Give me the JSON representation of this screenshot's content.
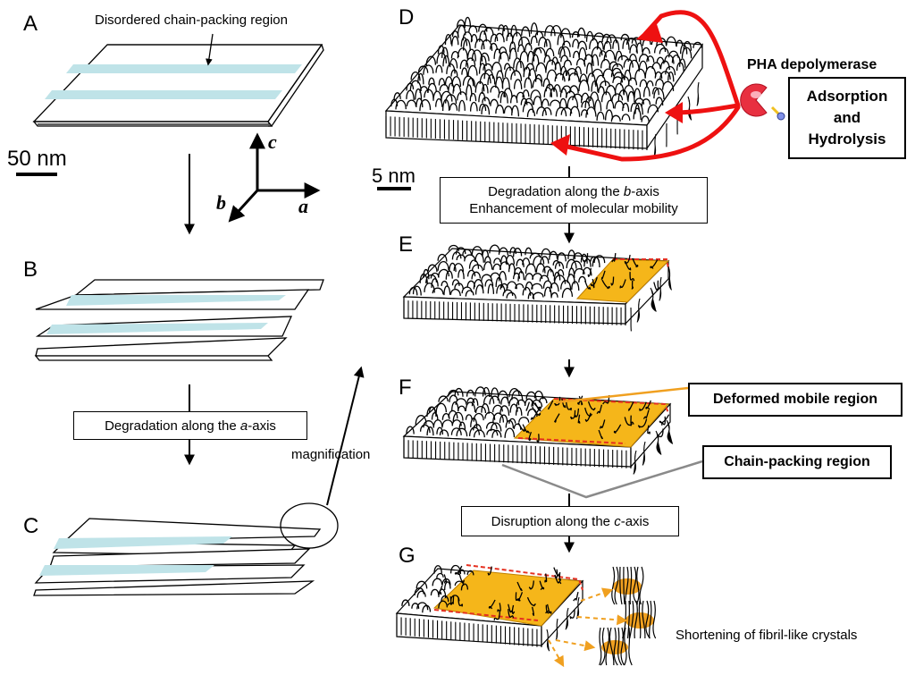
{
  "panels": {
    "A": "A",
    "B": "B",
    "C": "C",
    "D": "D",
    "E": "E",
    "F": "F",
    "G": "G"
  },
  "labels": {
    "disordered_region": "Disordered chain-packing region",
    "scale_left": "50 nm",
    "scale_right": "5 nm",
    "magnification": "magnification",
    "enzyme_name": "PHA depolymerase",
    "shortening": "Shortening of fibril-like crystals"
  },
  "axes": {
    "a": "a",
    "b": "b",
    "c": "c"
  },
  "boxes": {
    "degradation_b_prefix": "Degradation along the ",
    "degradation_b_axis": "b",
    "degradation_b_suffix": "-axis",
    "mobility": "Enhancement of molecular mobility",
    "degradation_a_prefix": "Degradation along the ",
    "degradation_a_axis": "a",
    "degradation_a_suffix": "-axis",
    "disruption_prefix": "Disruption along the ",
    "disruption_axis": "c",
    "disruption_suffix": "-axis",
    "adsorption": [
      "Adsorption",
      "and",
      "Hydrolysis"
    ],
    "deformed": "Deformed mobile region",
    "chain_packing": "Chain-packing region"
  },
  "colors": {
    "stripe": "#bfe3e8",
    "mobile_region": "#f5b61a",
    "enzyme_arrow": "#ee1111",
    "dashed_edge": "#e53020",
    "orange_leader": "#f0a020",
    "gray_leader": "#8a8a8a",
    "enzyme_body": "#e83040",
    "enzyme_link": "#f0c020",
    "enzyme_tip": "#8090e8"
  }
}
